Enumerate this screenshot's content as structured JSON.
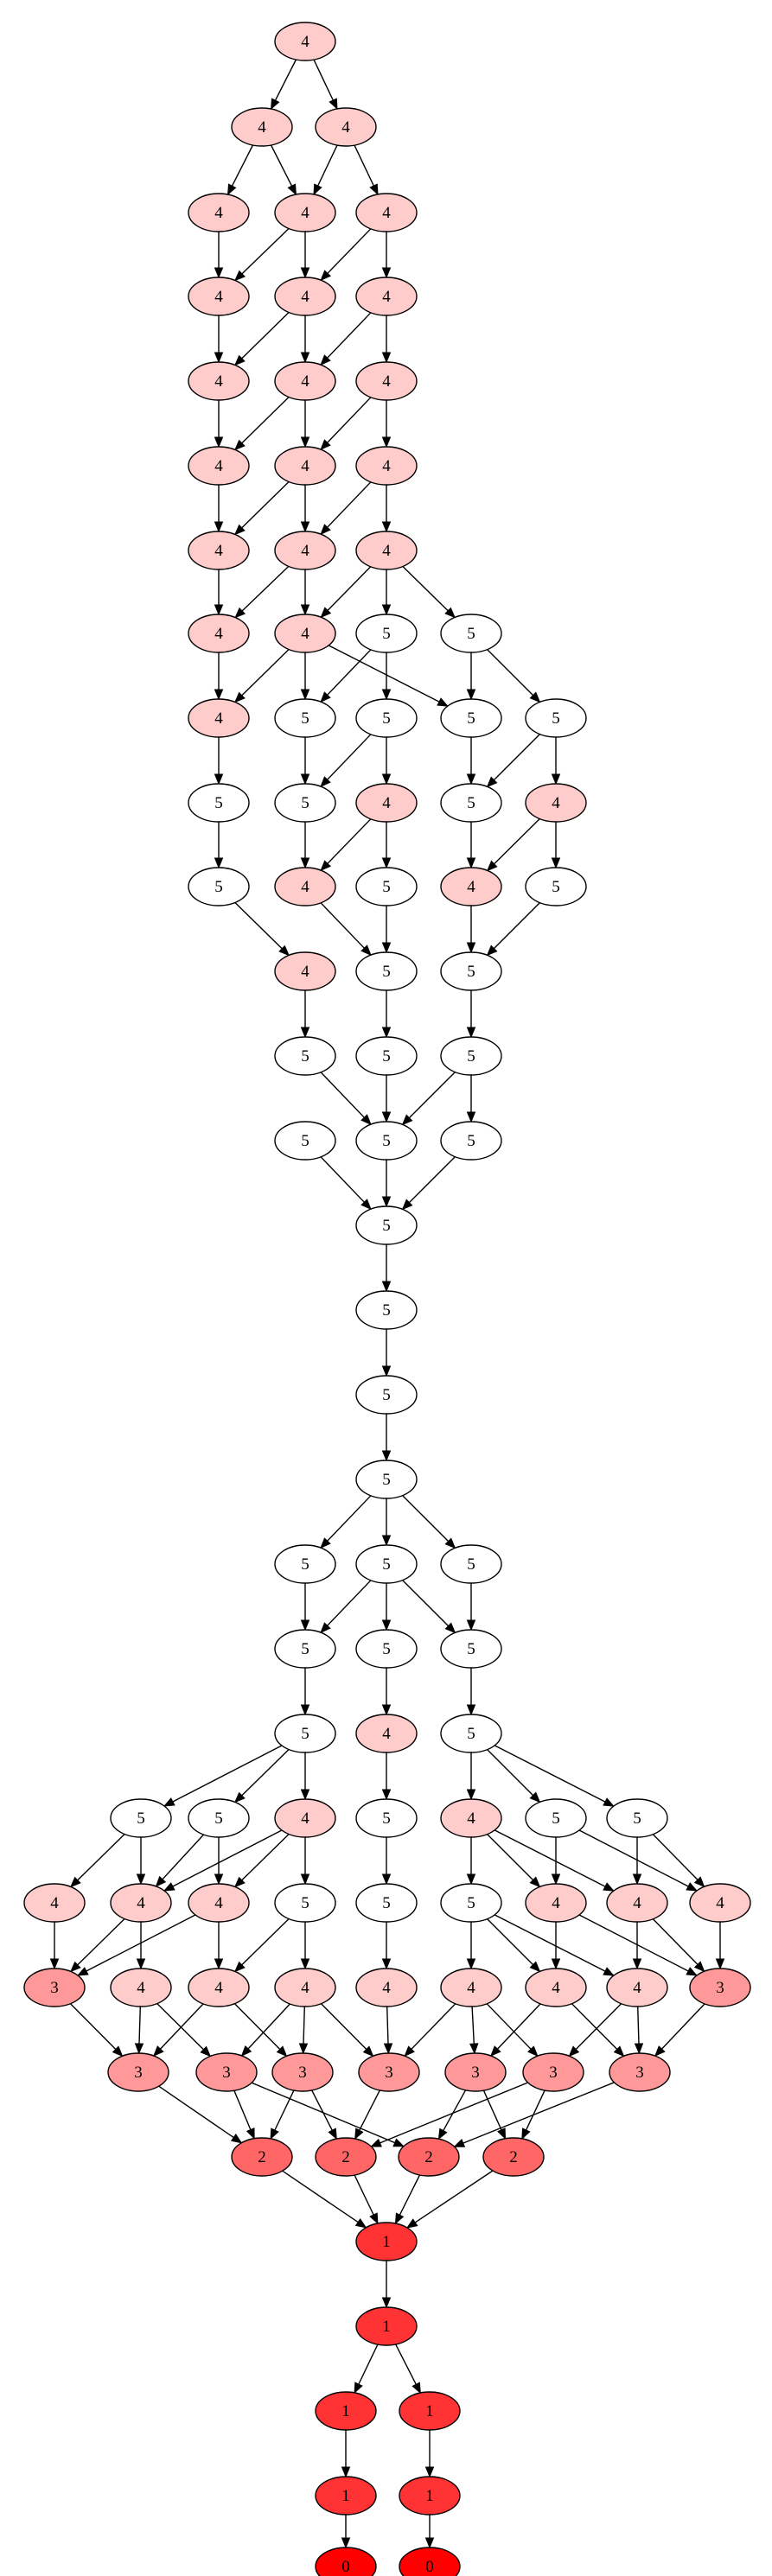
{
  "diagram": {
    "type": "directed-graph",
    "level_colors": {
      "0": "#ff0000",
      "1": "#ff3333",
      "2": "#ff6666",
      "3": "#ff9999",
      "4": "#ffcccc",
      "5": "#ffffff"
    },
    "nodes": [
      {
        "id": "a1",
        "label": "4"
      },
      {
        "id": "b1",
        "label": "4"
      },
      {
        "id": "b2",
        "label": "4"
      },
      {
        "id": "c1",
        "label": "4"
      },
      {
        "id": "c2",
        "label": "4"
      },
      {
        "id": "c3",
        "label": "4"
      },
      {
        "id": "d1",
        "label": "4"
      },
      {
        "id": "d2",
        "label": "4"
      },
      {
        "id": "d3",
        "label": "4"
      },
      {
        "id": "e1",
        "label": "4"
      },
      {
        "id": "e2",
        "label": "4"
      },
      {
        "id": "e3",
        "label": "4"
      },
      {
        "id": "f1",
        "label": "4"
      },
      {
        "id": "f2",
        "label": "4"
      },
      {
        "id": "f3",
        "label": "4"
      },
      {
        "id": "g1",
        "label": "4"
      },
      {
        "id": "g2",
        "label": "4"
      },
      {
        "id": "g3",
        "label": "4"
      },
      {
        "id": "h1",
        "label": "4"
      },
      {
        "id": "h2",
        "label": "4"
      },
      {
        "id": "h3",
        "label": "5"
      },
      {
        "id": "h4",
        "label": "5"
      },
      {
        "id": "i1",
        "label": "4"
      },
      {
        "id": "i2",
        "label": "5"
      },
      {
        "id": "i3",
        "label": "5"
      },
      {
        "id": "i4",
        "label": "5"
      },
      {
        "id": "i5",
        "label": "5"
      },
      {
        "id": "j1",
        "label": "5"
      },
      {
        "id": "j2",
        "label": "5"
      },
      {
        "id": "j3",
        "label": "4"
      },
      {
        "id": "j4",
        "label": "5"
      },
      {
        "id": "j5",
        "label": "4"
      },
      {
        "id": "k1",
        "label": "5"
      },
      {
        "id": "k2",
        "label": "4"
      },
      {
        "id": "k3",
        "label": "5"
      },
      {
        "id": "k4",
        "label": "4"
      },
      {
        "id": "k5",
        "label": "5"
      },
      {
        "id": "l1",
        "label": "4"
      },
      {
        "id": "l2",
        "label": "5"
      },
      {
        "id": "l3",
        "label": "5"
      },
      {
        "id": "m1",
        "label": "5"
      },
      {
        "id": "m2",
        "label": "5"
      },
      {
        "id": "m3",
        "label": "5"
      },
      {
        "id": "n1",
        "label": "5"
      },
      {
        "id": "n2",
        "label": "5"
      },
      {
        "id": "n3",
        "label": "5"
      },
      {
        "id": "o1",
        "label": "5"
      },
      {
        "id": "p1",
        "label": "5"
      },
      {
        "id": "q1",
        "label": "5"
      },
      {
        "id": "r1",
        "label": "5"
      },
      {
        "id": "s1",
        "label": "5"
      },
      {
        "id": "s2",
        "label": "5"
      },
      {
        "id": "s3",
        "label": "5"
      },
      {
        "id": "t1",
        "label": "5"
      },
      {
        "id": "t2",
        "label": "5"
      },
      {
        "id": "t3",
        "label": "5"
      },
      {
        "id": "u1",
        "label": "5"
      },
      {
        "id": "u2",
        "label": "4"
      },
      {
        "id": "u3",
        "label": "5"
      },
      {
        "id": "v1",
        "label": "5"
      },
      {
        "id": "v2",
        "label": "5"
      },
      {
        "id": "v3",
        "label": "4"
      },
      {
        "id": "v4",
        "label": "5"
      },
      {
        "id": "v5",
        "label": "4"
      },
      {
        "id": "v6",
        "label": "5"
      },
      {
        "id": "v7",
        "label": "5"
      },
      {
        "id": "w1",
        "label": "4"
      },
      {
        "id": "w2",
        "label": "4"
      },
      {
        "id": "w3",
        "label": "4"
      },
      {
        "id": "w4",
        "label": "5"
      },
      {
        "id": "w5",
        "label": "5"
      },
      {
        "id": "w6",
        "label": "5"
      },
      {
        "id": "w7",
        "label": "4"
      },
      {
        "id": "w8",
        "label": "4"
      },
      {
        "id": "w9",
        "label": "4"
      },
      {
        "id": "x1",
        "label": "3"
      },
      {
        "id": "x2",
        "label": "4"
      },
      {
        "id": "x3",
        "label": "4"
      },
      {
        "id": "x4",
        "label": "4"
      },
      {
        "id": "x5",
        "label": "4"
      },
      {
        "id": "x6",
        "label": "4"
      },
      {
        "id": "x7",
        "label": "4"
      },
      {
        "id": "x8",
        "label": "4"
      },
      {
        "id": "x9",
        "label": "3"
      },
      {
        "id": "y1",
        "label": "3"
      },
      {
        "id": "y2",
        "label": "3"
      },
      {
        "id": "y3",
        "label": "3"
      },
      {
        "id": "y4",
        "label": "3"
      },
      {
        "id": "y5",
        "label": "3"
      },
      {
        "id": "y6",
        "label": "3"
      },
      {
        "id": "y7",
        "label": "3"
      },
      {
        "id": "z1",
        "label": "2"
      },
      {
        "id": "z2",
        "label": "2"
      },
      {
        "id": "z3",
        "label": "2"
      },
      {
        "id": "z4",
        "label": "2"
      },
      {
        "id": "aa1",
        "label": "1"
      },
      {
        "id": "bb1",
        "label": "1"
      },
      {
        "id": "cc1",
        "label": "1"
      },
      {
        "id": "cc2",
        "label": "1"
      },
      {
        "id": "dd1",
        "label": "1"
      },
      {
        "id": "dd2",
        "label": "1"
      },
      {
        "id": "ee1",
        "label": "0"
      },
      {
        "id": "ee2",
        "label": "0"
      }
    ],
    "edges": [
      [
        "a1",
        "b1"
      ],
      [
        "a1",
        "b2"
      ],
      [
        "b1",
        "c1"
      ],
      [
        "b1",
        "c2"
      ],
      [
        "b2",
        "c2"
      ],
      [
        "b2",
        "c3"
      ],
      [
        "c1",
        "d1"
      ],
      [
        "c2",
        "d1"
      ],
      [
        "c2",
        "d2"
      ],
      [
        "c3",
        "d2"
      ],
      [
        "c3",
        "d3"
      ],
      [
        "d1",
        "e1"
      ],
      [
        "d2",
        "e1"
      ],
      [
        "d2",
        "e2"
      ],
      [
        "d3",
        "e2"
      ],
      [
        "d3",
        "e3"
      ],
      [
        "e1",
        "f1"
      ],
      [
        "e2",
        "f1"
      ],
      [
        "e2",
        "f2"
      ],
      [
        "e3",
        "f2"
      ],
      [
        "e3",
        "f3"
      ],
      [
        "f1",
        "g1"
      ],
      [
        "f2",
        "g1"
      ],
      [
        "f2",
        "g2"
      ],
      [
        "f3",
        "g2"
      ],
      [
        "f3",
        "g3"
      ],
      [
        "g1",
        "h1"
      ],
      [
        "g2",
        "h1"
      ],
      [
        "g2",
        "h2"
      ],
      [
        "g3",
        "h2"
      ],
      [
        "g3",
        "h3"
      ],
      [
        "g3",
        "h4"
      ],
      [
        "h1",
        "i1"
      ],
      [
        "h2",
        "i1"
      ],
      [
        "h2",
        "i2"
      ],
      [
        "h2",
        "i4"
      ],
      [
        "h3",
        "i2"
      ],
      [
        "h3",
        "i3"
      ],
      [
        "h4",
        "i4"
      ],
      [
        "h4",
        "i5"
      ],
      [
        "i1",
        "j1"
      ],
      [
        "i2",
        "j2"
      ],
      [
        "i3",
        "j2"
      ],
      [
        "i3",
        "j3"
      ],
      [
        "i4",
        "j4"
      ],
      [
        "i5",
        "j4"
      ],
      [
        "i5",
        "j5"
      ],
      [
        "j1",
        "k1"
      ],
      [
        "j2",
        "k2"
      ],
      [
        "j3",
        "k2"
      ],
      [
        "j3",
        "k3"
      ],
      [
        "j4",
        "k4"
      ],
      [
        "j5",
        "k4"
      ],
      [
        "j5",
        "k5"
      ],
      [
        "k1",
        "l1"
      ],
      [
        "k2",
        "l2"
      ],
      [
        "k3",
        "l2"
      ],
      [
        "k4",
        "l3"
      ],
      [
        "k5",
        "l3"
      ],
      [
        "l1",
        "m1"
      ],
      [
        "l2",
        "m2"
      ],
      [
        "l3",
        "m3"
      ],
      [
        "m1",
        "n2"
      ],
      [
        "m2",
        "n2"
      ],
      [
        "m3",
        "n2"
      ],
      [
        "m3",
        "n3"
      ],
      [
        "n1",
        "o1"
      ],
      [
        "n2",
        "o1"
      ],
      [
        "n3",
        "o1"
      ],
      [
        "o1",
        "p1"
      ],
      [
        "p1",
        "q1"
      ],
      [
        "q1",
        "r1"
      ],
      [
        "r1",
        "s1"
      ],
      [
        "r1",
        "s2"
      ],
      [
        "r1",
        "s3"
      ],
      [
        "s1",
        "t1"
      ],
      [
        "s2",
        "t1"
      ],
      [
        "s2",
        "t2"
      ],
      [
        "s2",
        "t3"
      ],
      [
        "s3",
        "t3"
      ],
      [
        "t1",
        "u1"
      ],
      [
        "t2",
        "u2"
      ],
      [
        "t3",
        "u3"
      ],
      [
        "u1",
        "v1"
      ],
      [
        "u1",
        "v2"
      ],
      [
        "u1",
        "v3"
      ],
      [
        "u2",
        "v4"
      ],
      [
        "u3",
        "v5"
      ],
      [
        "u3",
        "v6"
      ],
      [
        "u3",
        "v7"
      ],
      [
        "v1",
        "w1"
      ],
      [
        "v1",
        "w2"
      ],
      [
        "v2",
        "w2"
      ],
      [
        "v2",
        "w3"
      ],
      [
        "v3",
        "w2"
      ],
      [
        "v3",
        "w3"
      ],
      [
        "v3",
        "w4"
      ],
      [
        "v4",
        "w5"
      ],
      [
        "v5",
        "w6"
      ],
      [
        "v5",
        "w7"
      ],
      [
        "v5",
        "w8"
      ],
      [
        "v6",
        "w7"
      ],
      [
        "v6",
        "w9"
      ],
      [
        "v7",
        "w8"
      ],
      [
        "v7",
        "w9"
      ],
      [
        "w1",
        "x1"
      ],
      [
        "w2",
        "x1"
      ],
      [
        "w2",
        "x2"
      ],
      [
        "w3",
        "x1"
      ],
      [
        "w3",
        "x3"
      ],
      [
        "w4",
        "x3"
      ],
      [
        "w4",
        "x4"
      ],
      [
        "w5",
        "x5"
      ],
      [
        "w6",
        "x6"
      ],
      [
        "w6",
        "x7"
      ],
      [
        "w6",
        "x8"
      ],
      [
        "w7",
        "x7"
      ],
      [
        "w7",
        "x9"
      ],
      [
        "w8",
        "x8"
      ],
      [
        "w8",
        "x9"
      ],
      [
        "w9",
        "x9"
      ],
      [
        "x1",
        "y1"
      ],
      [
        "x2",
        "y1"
      ],
      [
        "x2",
        "y2"
      ],
      [
        "x3",
        "y1"
      ],
      [
        "x3",
        "y3"
      ],
      [
        "x4",
        "y2"
      ],
      [
        "x4",
        "y3"
      ],
      [
        "x4",
        "y4"
      ],
      [
        "x5",
        "y4"
      ],
      [
        "x6",
        "y4"
      ],
      [
        "x6",
        "y5"
      ],
      [
        "x6",
        "y6"
      ],
      [
        "x7",
        "y5"
      ],
      [
        "x7",
        "y7"
      ],
      [
        "x8",
        "y6"
      ],
      [
        "x8",
        "y7"
      ],
      [
        "x9",
        "y7"
      ],
      [
        "y1",
        "z1"
      ],
      [
        "y2",
        "z1"
      ],
      [
        "y2",
        "z3"
      ],
      [
        "y3",
        "z1"
      ],
      [
        "y3",
        "z2"
      ],
      [
        "y4",
        "z2"
      ],
      [
        "y5",
        "z3"
      ],
      [
        "y5",
        "z4"
      ],
      [
        "y6",
        "z2"
      ],
      [
        "y6",
        "z4"
      ],
      [
        "y7",
        "z3"
      ],
      [
        "z1",
        "aa1"
      ],
      [
        "z2",
        "aa1"
      ],
      [
        "z3",
        "aa1"
      ],
      [
        "z4",
        "aa1"
      ],
      [
        "aa1",
        "bb1"
      ],
      [
        "bb1",
        "cc1"
      ],
      [
        "bb1",
        "cc2"
      ],
      [
        "cc1",
        "dd1"
      ],
      [
        "cc2",
        "dd2"
      ],
      [
        "dd1",
        "ee1"
      ],
      [
        "dd2",
        "ee2"
      ]
    ]
  }
}
